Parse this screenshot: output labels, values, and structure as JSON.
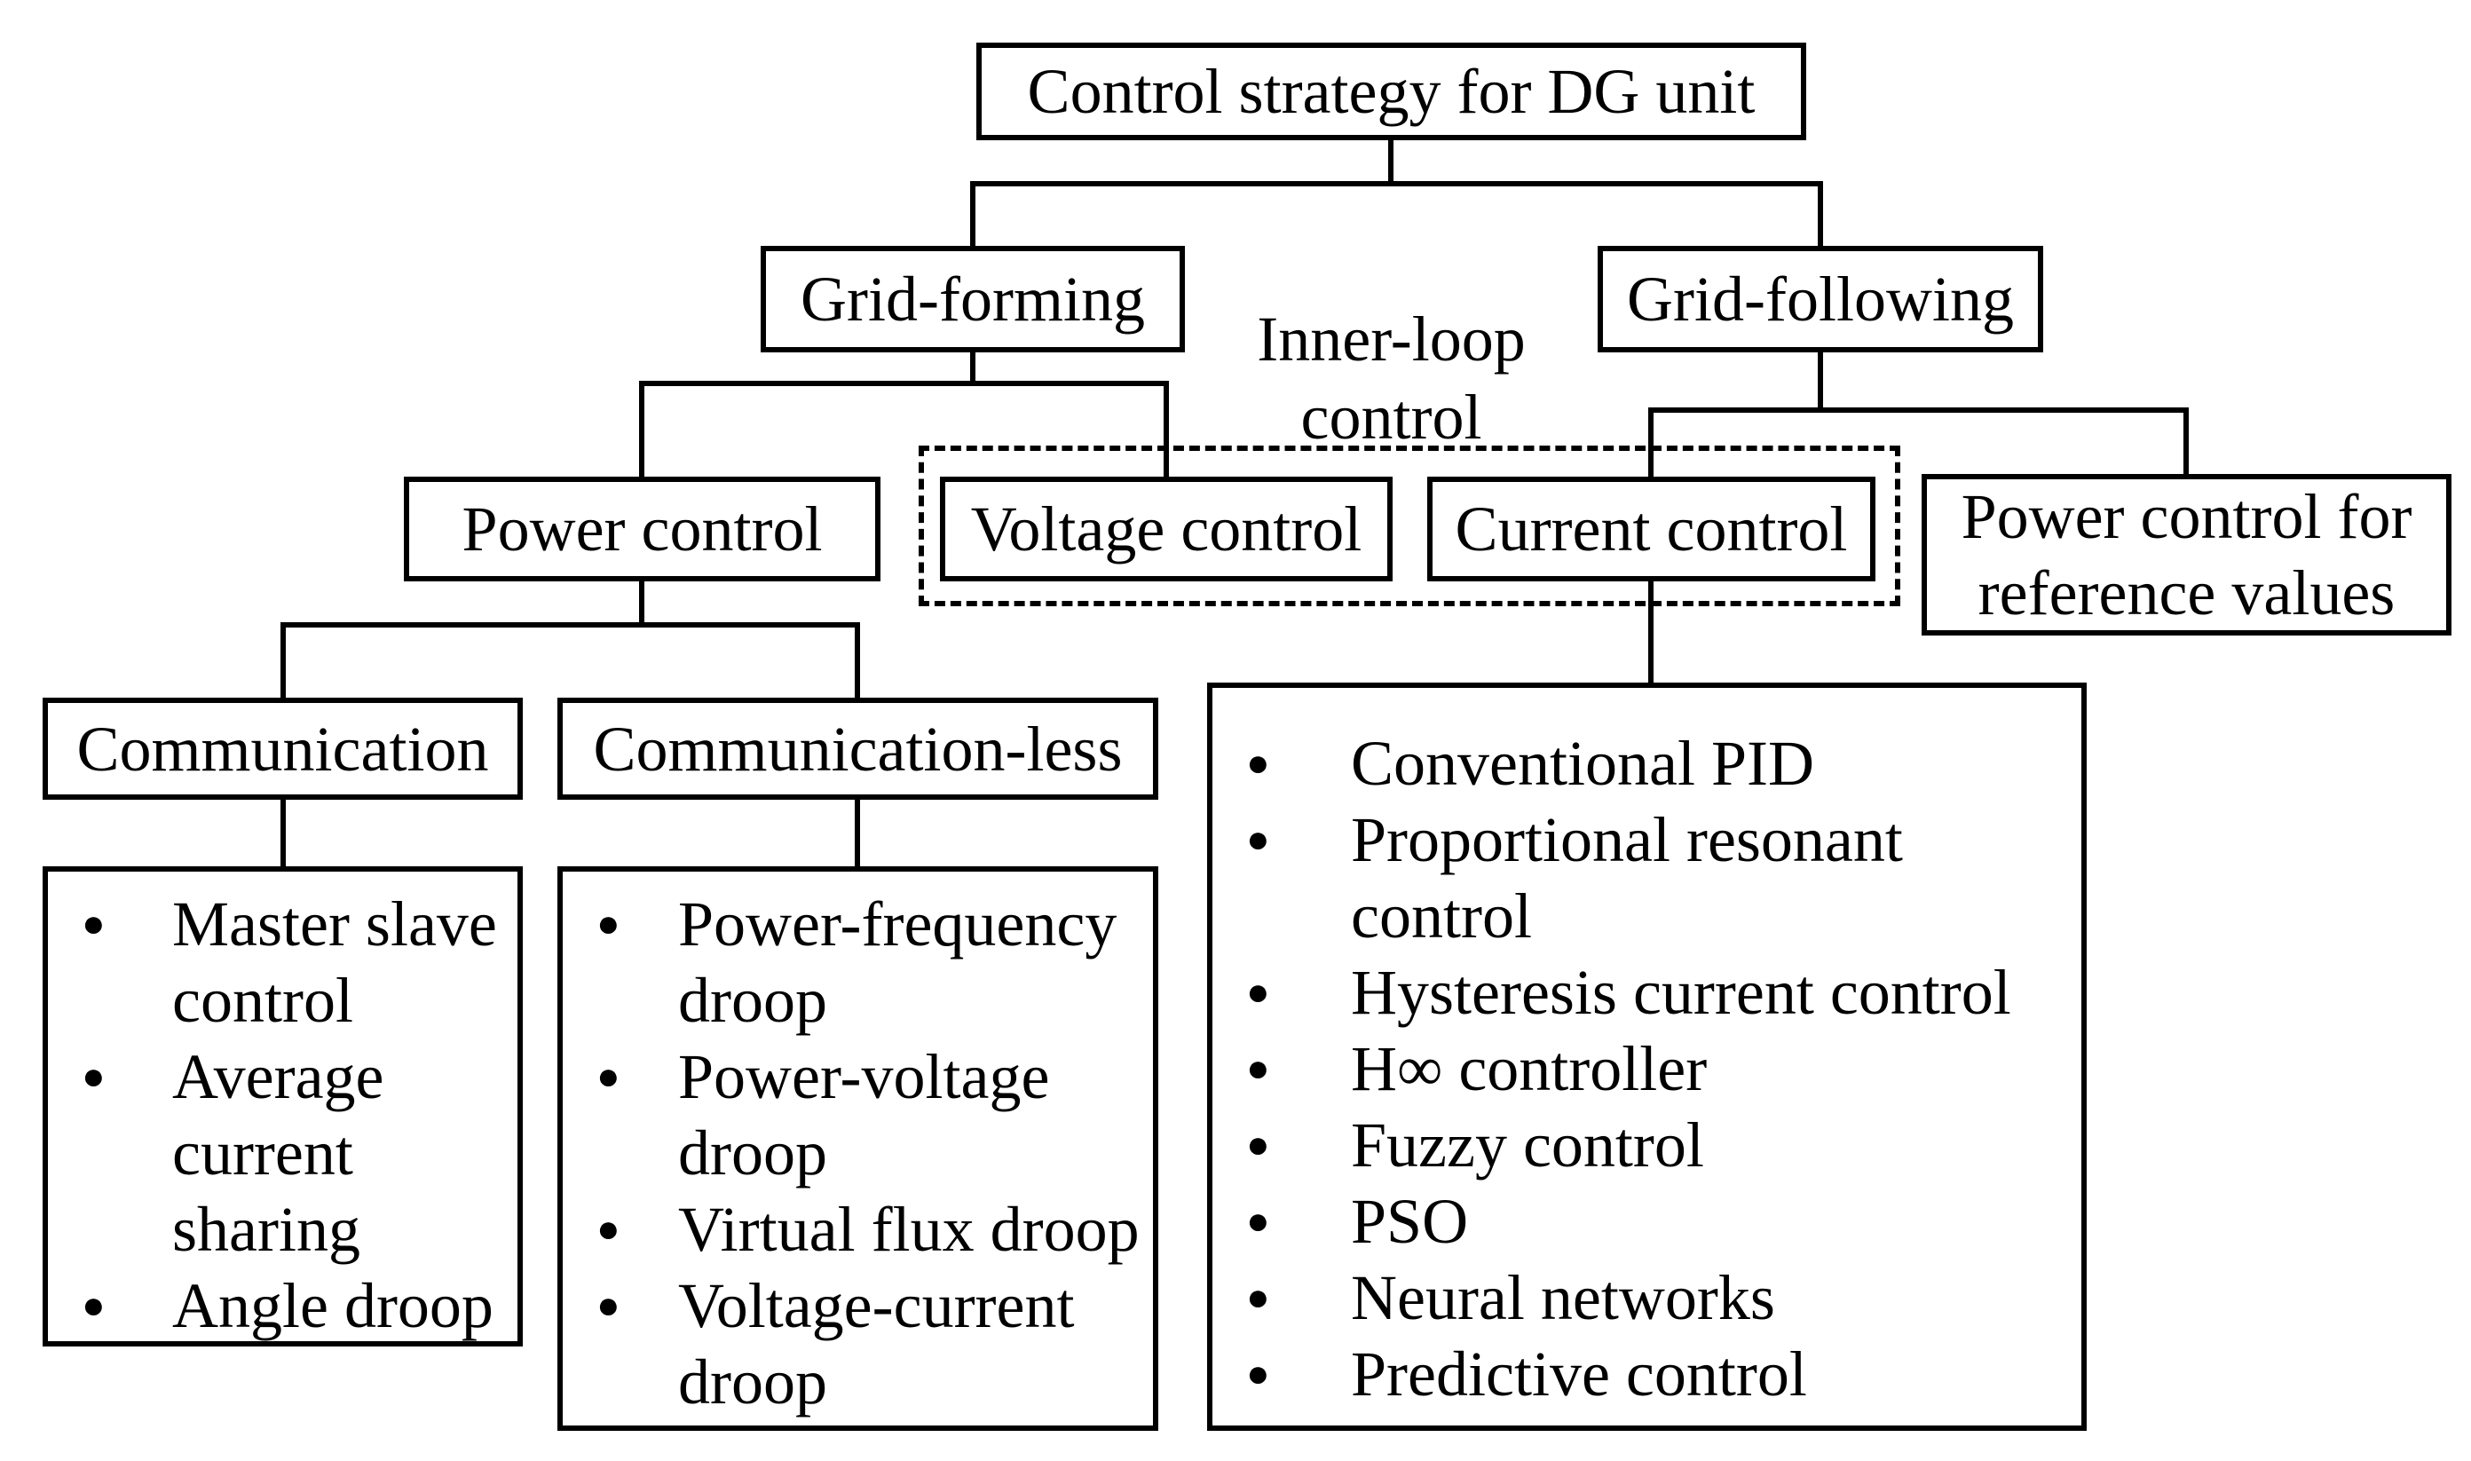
{
  "root": {
    "label": "Control strategy for DG unit"
  },
  "branches": {
    "grid_forming": {
      "label": "Grid-forming"
    },
    "grid_following": {
      "label": "Grid-following"
    }
  },
  "inner_loop": {
    "label": "Inner-loop control"
  },
  "mid": {
    "power_control": {
      "label": "Power control"
    },
    "voltage_control": {
      "label": "Voltage control"
    },
    "current_control": {
      "label": "Current control"
    },
    "power_control_reference": {
      "label": "Power control for reference values"
    }
  },
  "sub": {
    "communication": {
      "label": "Communication"
    },
    "communication_less": {
      "label": "Communication-less"
    }
  },
  "lists": {
    "communication": {
      "items": [
        "Master slave control",
        "Average current sharing",
        "Angle droop"
      ]
    },
    "communication_less": {
      "items": [
        "Power-frequency droop",
        "Power-voltage droop",
        "Virtual flux droop",
        "Voltage-current droop"
      ]
    },
    "current_control": {
      "items": [
        "Conventional PID",
        "Proportional resonant control",
        "Hysteresis current control",
        "H∞ controller",
        "Fuzzy control",
        "PSO",
        "Neural networks",
        "Predictive control"
      ]
    }
  },
  "colors": {
    "background": "#ffffff",
    "line": "#000000",
    "text": "#000000"
  }
}
